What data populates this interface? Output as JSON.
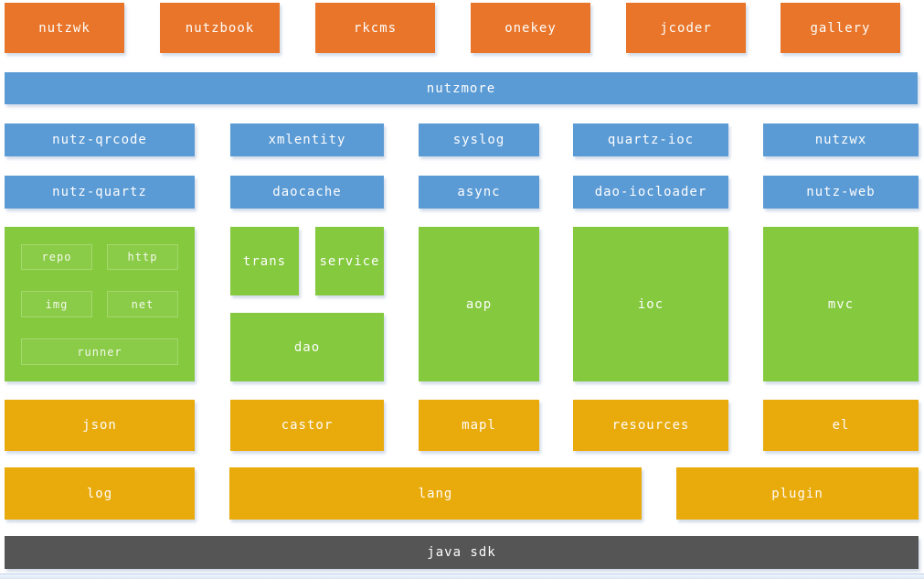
{
  "palette": {
    "orange": "#E87529",
    "blue": "#5B9BD5",
    "green": "#84C93E",
    "green_border": "#A6D86E",
    "gold": "#E9AA0B",
    "dark_gray": "#555555",
    "bottom_strip": "#E2EBF7",
    "text": "#FFFFFF"
  },
  "top_apps": [
    "nutzwk",
    "nutzbook",
    "rkcms",
    "onekey",
    "jcoder",
    "gallery"
  ],
  "nutzmore": "nutzmore",
  "plugins_row1": [
    "nutz-qrcode",
    "xmlentity",
    "syslog",
    "quartz-ioc",
    "nutzwx"
  ],
  "plugins_row2": [
    "nutz-quartz",
    "daocache",
    "async",
    "dao-iocloader",
    "nutz-web"
  ],
  "core": {
    "tools": [
      "repo",
      "http",
      "img",
      "net",
      "runner"
    ],
    "trans": "trans",
    "service": "service",
    "dao": "dao",
    "aop": "aop",
    "ioc": "ioc",
    "mvc": "mvc"
  },
  "modules_row1": [
    "json",
    "castor",
    "mapl",
    "resources",
    "el"
  ],
  "modules_row2": [
    "log",
    "lang",
    "plugin"
  ],
  "base": "java sdk"
}
